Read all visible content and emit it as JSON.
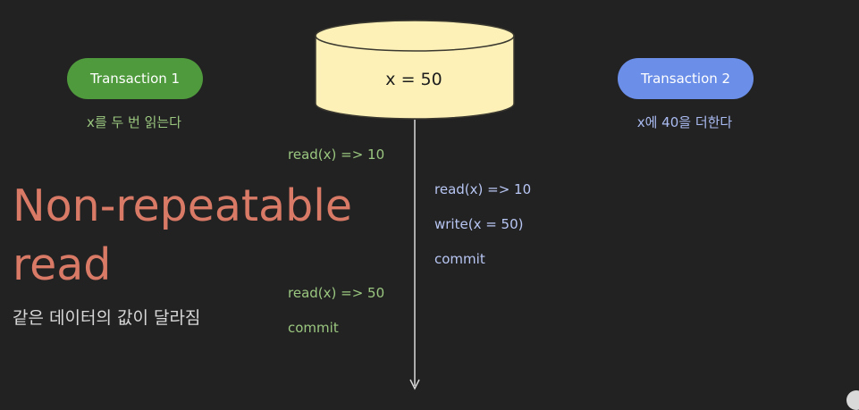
{
  "database": {
    "label": "x = 50"
  },
  "transaction1": {
    "label": "Transaction 1",
    "description": "x를 두 번 읽는다",
    "color": "#4f9a3c",
    "ops": [
      {
        "text": "read(x) => 10"
      },
      {
        "text": "read(x) => 50"
      },
      {
        "text": "commit"
      }
    ]
  },
  "transaction2": {
    "label": "Transaction 2",
    "description": "x에 40을 더한다",
    "color": "#6b8ee8",
    "ops": [
      {
        "text": "read(x) => 10"
      },
      {
        "text": "write(x = 50)"
      },
      {
        "text": "commit"
      }
    ]
  },
  "anomaly": {
    "title": "Non-repeatable read",
    "caption": "같은 데이터의 값이 달라짐",
    "color": "#d97a66"
  }
}
